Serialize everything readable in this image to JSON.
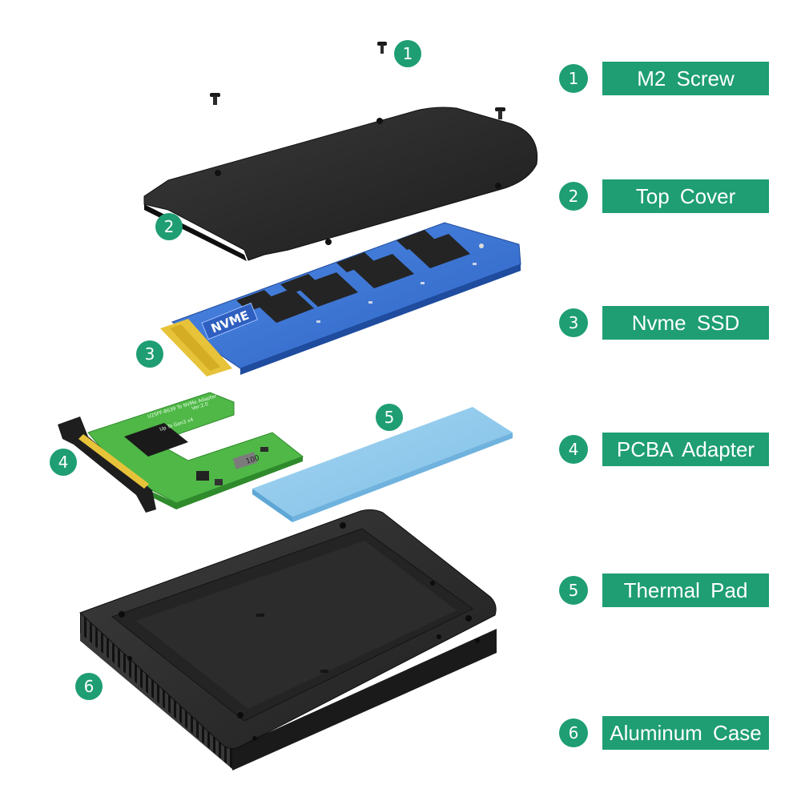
{
  "legend": [
    {
      "num": "1",
      "label": "M2 Screw"
    },
    {
      "num": "2",
      "label": "Top  Cover"
    },
    {
      "num": "3",
      "label": "Nvme  SSD"
    },
    {
      "num": "4",
      "label": "PCBA  Adapter"
    },
    {
      "num": "5",
      "label": "Thermal  Pad"
    },
    {
      "num": "6",
      "label": "Aluminum  Case"
    }
  ],
  "callouts": [
    "1",
    "2",
    "3",
    "4",
    "5",
    "6"
  ],
  "ssd_logo": "NVME",
  "pcb_text": {
    "line1": "U2SFF-8639 To NVMe Adapter",
    "line2": "Ver:2.0",
    "line3": "Up To Gen3 x4",
    "chip": "100"
  },
  "colors": {
    "accent": "#1e9e72",
    "ssd_blue": "#3f78d8",
    "pcb_green": "#4fb847",
    "thermal_pad": "#8ec9ea",
    "metal_dark": "#2a2a2a"
  }
}
